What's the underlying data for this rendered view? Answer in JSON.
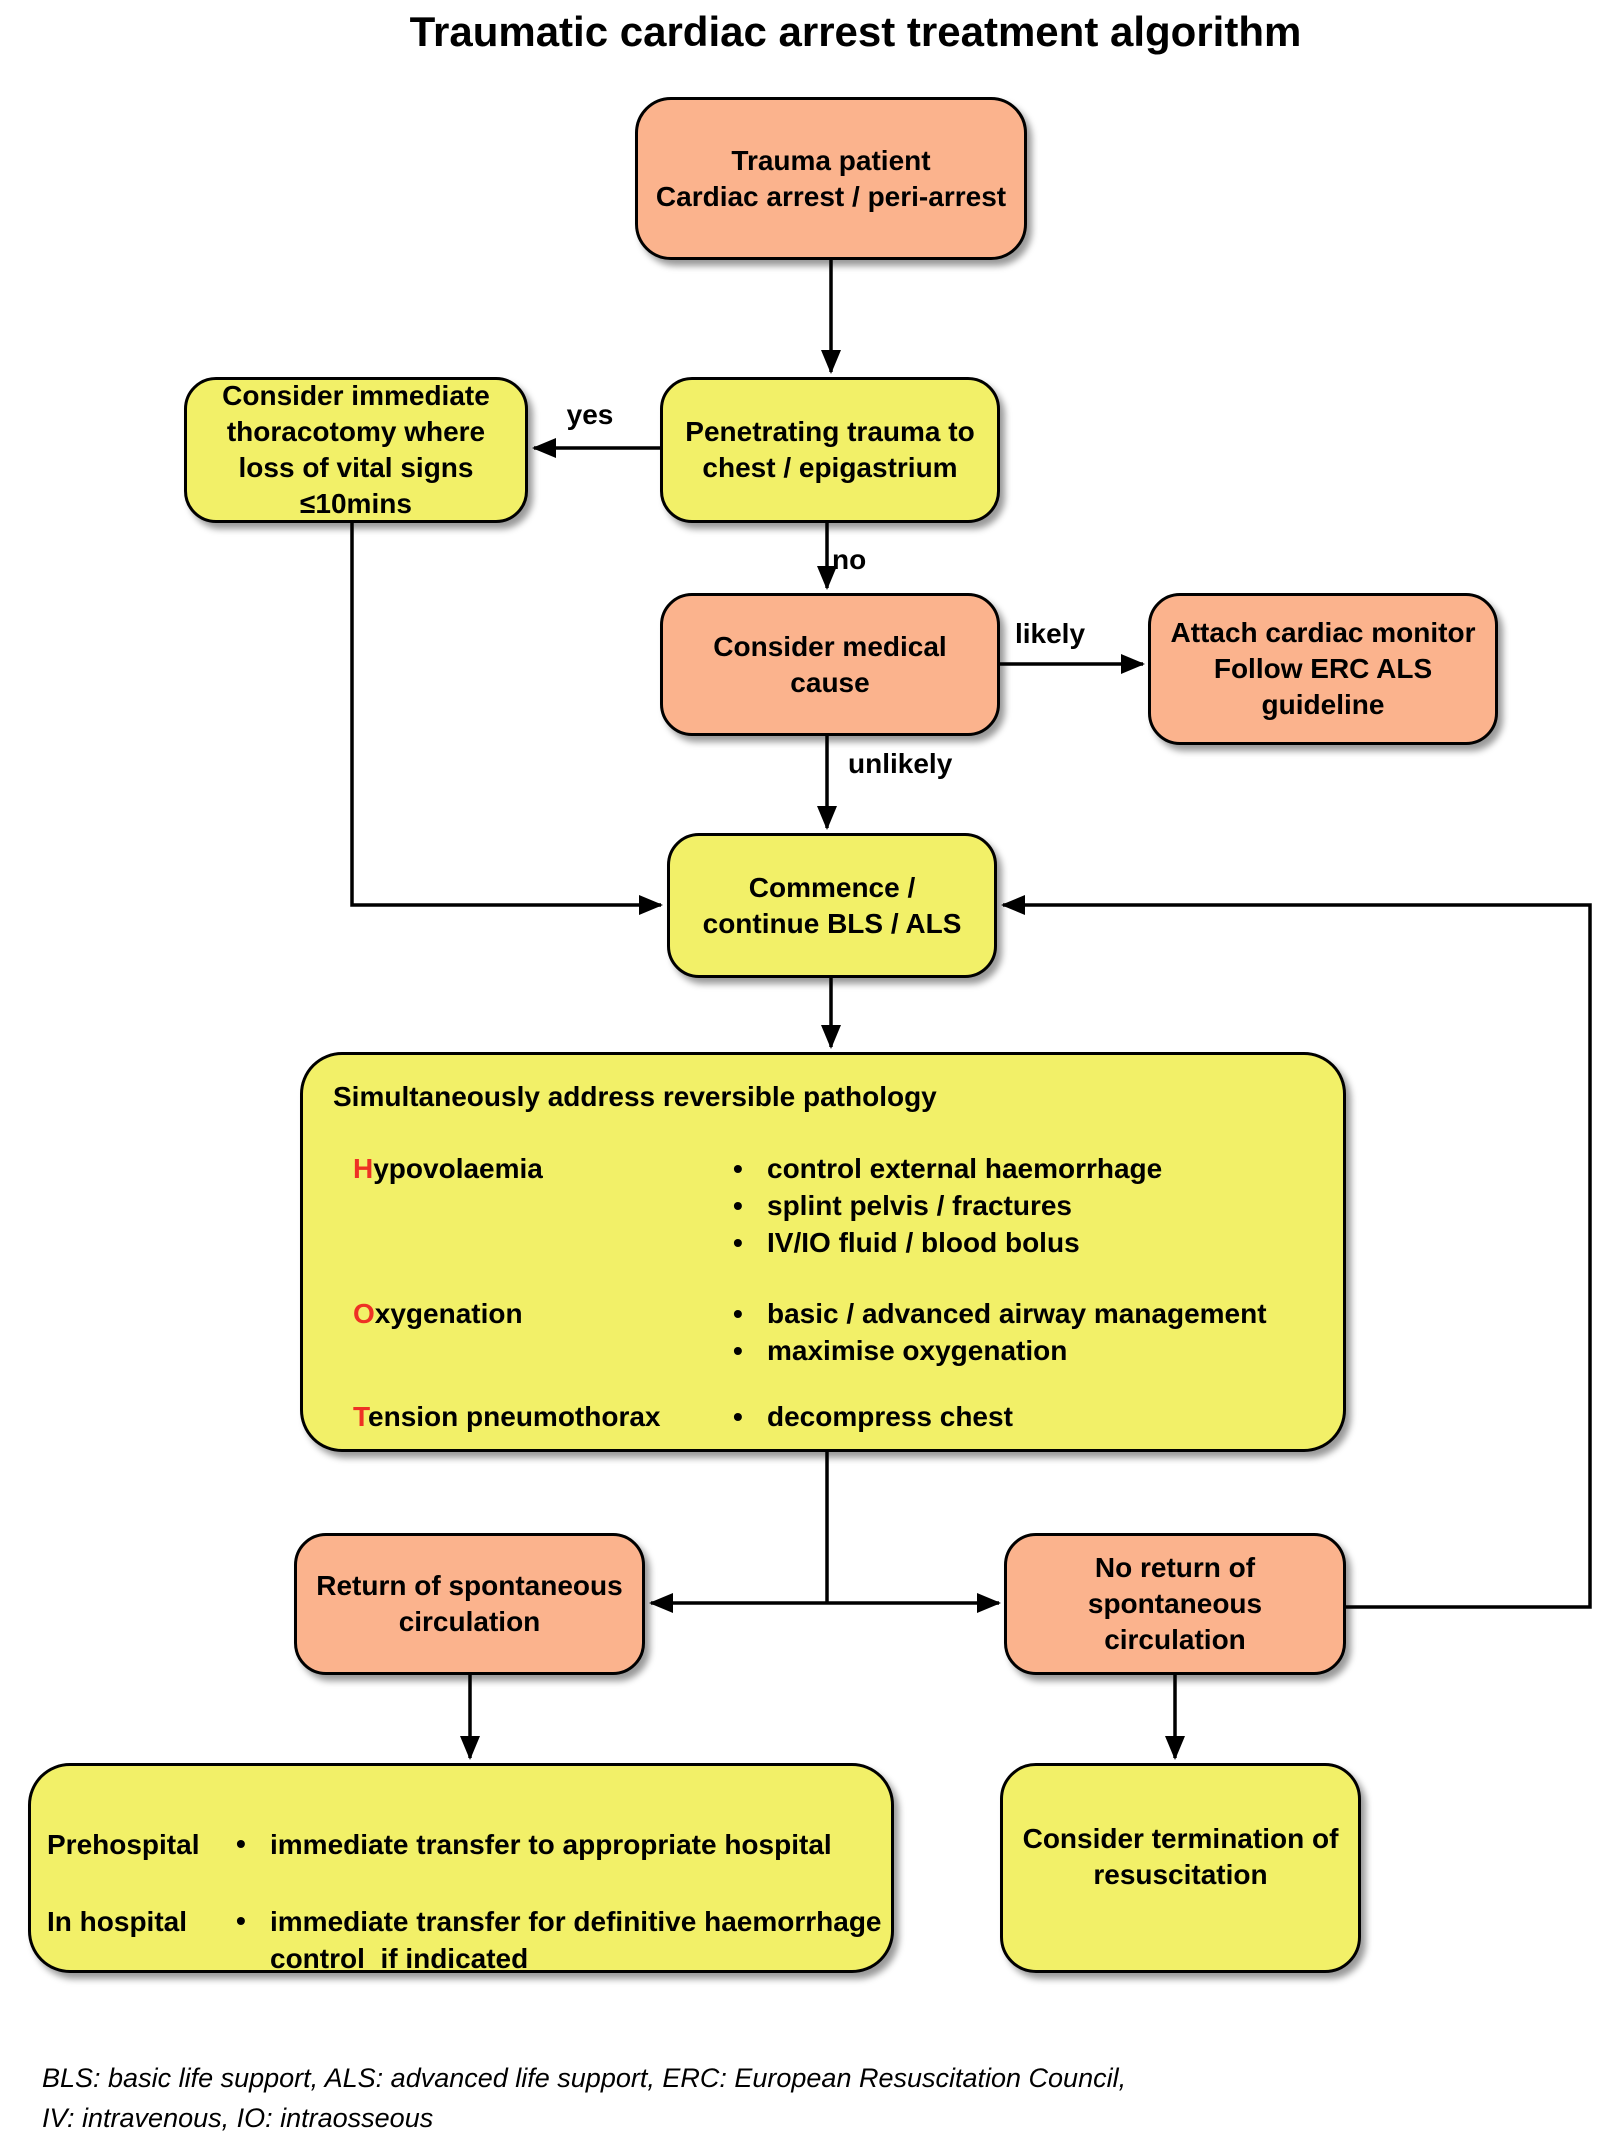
{
  "title": "Traumatic cardiac arrest treatment algorithm",
  "colors": {
    "node_orange": "#FBB38D",
    "node_yellow": "#F2F068",
    "accent_red": "#EE3124",
    "line_black": "#000000"
  },
  "glyphs": {
    "bullet": "•",
    "arrowhead": "filled-triangle"
  },
  "nodes": {
    "trauma": {
      "text": "Trauma patient\nCardiac arrest / peri-arrest"
    },
    "thoracotomy": {
      "text": "Consider immediate\nthoracotomy where\nloss of vital signs\n≤10mins"
    },
    "penetrating": {
      "text": "Penetrating trauma to\nchest / epigastrium"
    },
    "medical": {
      "text": "Consider medical\ncause"
    },
    "monitor": {
      "text": "Attach cardiac monitor\nFollow ERC ALS\nguideline"
    },
    "commence": {
      "text": "Commence /\ncontinue BLS / ALS"
    },
    "rosc": {
      "text": "Return of spontaneous\ncirculation"
    },
    "no_rosc": {
      "text": "No return of\nspontaneous\ncirculation"
    },
    "termination": {
      "text": "Consider termination of\nresuscitation"
    }
  },
  "edge_labels": {
    "yes": "yes",
    "no": "no",
    "likely": "likely",
    "unlikely": "unlikely"
  },
  "pathology": {
    "heading": "Simultaneously address reversible pathology",
    "rows": [
      {
        "initial": "H",
        "rest": "ypovolaemia",
        "bullets": [
          "control external haemorrhage",
          "splint pelvis / fractures",
          "IV/IO fluid / blood bolus"
        ]
      },
      {
        "initial": "O",
        "rest": "xygenation",
        "bullets": [
          "basic / advanced airway management",
          "maximise oxygenation"
        ]
      },
      {
        "initial": "T",
        "rest": "ension pneumothorax",
        "bullets": [
          "decompress chest"
        ]
      }
    ]
  },
  "disposition": {
    "rows": [
      {
        "label": "Prehospital",
        "text": "immediate transfer to appropriate hospital"
      },
      {
        "label": "In hospital",
        "text": "immediate transfer for definitive haemorrhage\ncontrol  if indicated"
      }
    ]
  },
  "footer": {
    "text": "BLS: basic life support, ALS: advanced life support, ERC: European Resuscitation Council,\nIV: intravenous, IO: intraosseous"
  }
}
